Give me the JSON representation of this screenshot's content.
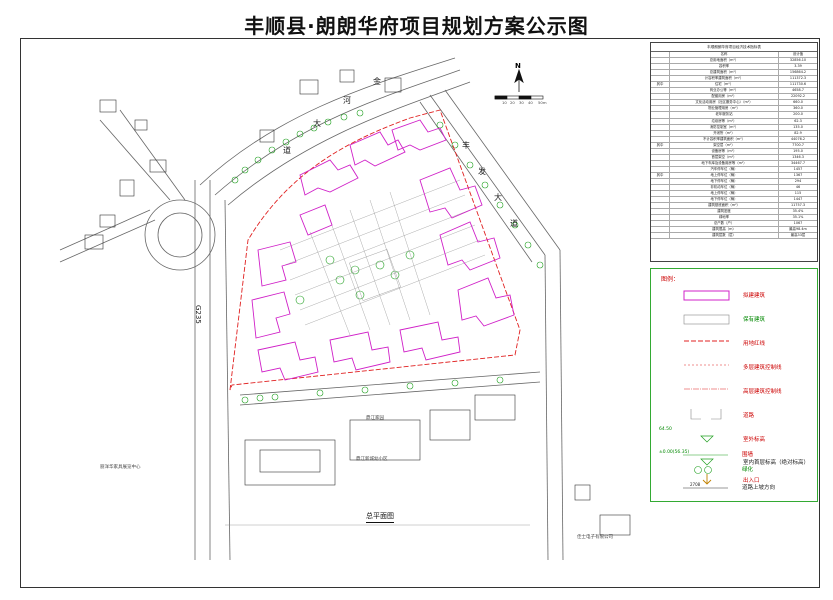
{
  "title": "丰顺县·朗朗华府项目规划方案公示图",
  "plan_caption": "总平面图",
  "compass": {
    "letter": "N",
    "scale_ticks": [
      "10",
      "20",
      "30",
      "40",
      "50m"
    ]
  },
  "roads": {
    "north_road": [
      "金",
      "河",
      "大",
      "道"
    ],
    "east_road": [
      "丰",
      "发",
      "大",
      "道"
    ],
    "west_road": "G235"
  },
  "map_labels": {
    "building_se": "鼎江家园",
    "school": "鼎江新城幼小区",
    "west_company": "丽洋华家具展览中心",
    "south_company": "佳士电子有限公司"
  },
  "table": {
    "title": "丰顺朗朗华府项目经济技术指标表",
    "header": [
      "",
      "名称",
      "设计值"
    ],
    "rows": [
      [
        "",
        "总用地面积（m²）",
        "32856.10"
      ],
      [
        "",
        "容积率",
        "3.39"
      ],
      [
        "",
        "总建筑面积（m²）",
        "156864.2"
      ],
      [
        "",
        "计容积率建筑面积（m²）",
        "111372.3"
      ],
      [
        "其中",
        "住宅（m²）",
        "111730.6"
      ],
      [
        "",
        "商业办公等（m²）",
        "4658.7"
      ],
      [
        "",
        "配套用房（m²）",
        "22092.2"
      ],
      [
        "",
        "文化活动用房（社区服务中心）（m²）",
        "660.0"
      ],
      [
        "",
        "物业管理用房（m²）",
        "360.0"
      ],
      [
        "",
        "老年服务站",
        "200.0"
      ],
      [
        "",
        "垃圾房等（m²）",
        "62.3"
      ],
      [
        "",
        "消防控制室（m²）",
        "135.0"
      ],
      [
        "",
        "开闭所（m²）",
        "82.9"
      ],
      [
        "",
        "不计容积率建筑面积（m²）",
        "44076.2"
      ],
      [
        "其中",
        "架空层（m²）",
        "7700.7"
      ],
      [
        "",
        "设备房等（m²）",
        "195.0"
      ],
      [
        "",
        "首层架空（m²）",
        "1346.3"
      ],
      [
        "",
        "地下车库及设备用房等（m²）",
        "34467.7"
      ],
      [
        "",
        "汽车停车位（辆）",
        "1457"
      ],
      [
        "其中",
        "地上停车位（辆）",
        "1367"
      ],
      [
        "",
        "地下停车位（辆）",
        "294"
      ],
      [
        "",
        "非机动车位（辆）",
        "46"
      ],
      [
        "",
        "地上停车位（辆）",
        "115"
      ],
      [
        "",
        "地下停车位（辆）",
        "1447"
      ],
      [
        "",
        "建筑基底面积（m²）",
        "11757.3"
      ],
      [
        "",
        "建筑密度",
        "35.4%"
      ],
      [
        "",
        "绿地率",
        "35.1%"
      ],
      [
        "",
        "总户数（户）",
        "1067"
      ],
      [
        "",
        "建筑限高（m）",
        "最高98.4m"
      ],
      [
        "",
        "建筑层数（层）",
        "最高33层"
      ]
    ]
  },
  "legend": {
    "title": "图例：",
    "items": [
      {
        "key": "new-building",
        "label": "拟建建筑"
      },
      {
        "key": "existing-building",
        "label": "保有建筑"
      },
      {
        "key": "land-boundary",
        "label": "用地红线"
      },
      {
        "key": "multi-setback",
        "label": "多层建筑控制线"
      },
      {
        "key": "high-setback",
        "label": "高层建筑控制线"
      },
      {
        "key": "road",
        "label": "道路"
      },
      {
        "key": "outdoor-elevation",
        "label": "室外标高",
        "sample": "64.50"
      },
      {
        "key": "indoor-elevation",
        "label": "室内首层标高（绝对标高）",
        "sample": "±0.00(56.35)"
      },
      {
        "key": "entrance",
        "label": "出入口"
      },
      {
        "key": "wall",
        "label": "围墙"
      },
      {
        "key": "greenery",
        "label": "绿化"
      },
      {
        "key": "road-slope",
        "label": "道路上坡方向",
        "sample": "2708"
      }
    ]
  },
  "colors": {
    "new_building": "#d020c8",
    "boundary": "#e02020",
    "road_line": "#555555",
    "green": "#20a020",
    "existing": "#333333"
  }
}
